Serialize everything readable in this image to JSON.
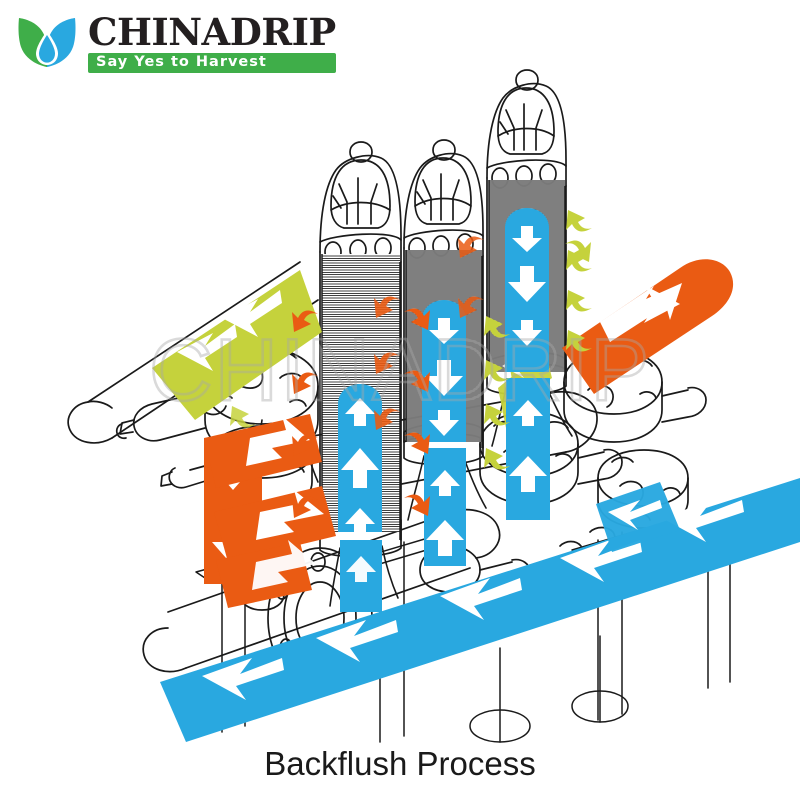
{
  "brand": {
    "name": "CHINADRIP",
    "tagline": "Say Yes to Harvest",
    "logo_icon": "two-leaves-water-drop-icon",
    "leaf_left_color": "#3fae49",
    "leaf_right_color": "#29a8e0",
    "drop_color": "#29a8e0",
    "tagline_bg": "#3fae49",
    "name_color": "#231f20"
  },
  "caption": {
    "title": "Backflush Process"
  },
  "watermark": {
    "text": "CHINADRIP",
    "color": "#bfbfbf"
  },
  "diagram": {
    "title": "Backflush Process",
    "subject": "disc-filter-battery-three-vessels",
    "line_color": "#1a1a1a",
    "filter_element_color": "#8c8c8c",
    "flows": [
      {
        "id": "inlet-manifold",
        "label": "inlet-flow",
        "color": "#c5d23c",
        "direction": "left",
        "arrow_count": 2,
        "role": "raw water entering upper manifold"
      },
      {
        "id": "vessel-feed",
        "label": "backflush-water-down",
        "color": "#29a8e0",
        "direction": "down",
        "arrow_count": 2,
        "role": "clean water pushed down through rear vessels"
      },
      {
        "id": "vessel-rise",
        "label": "backflush-water-up",
        "color": "#29a8e0",
        "direction": "up",
        "arrow_count": 2,
        "role": "water rising through backflushing vessel"
      },
      {
        "id": "dirty-outlet",
        "label": "drain-flow",
        "color": "#ea5b13",
        "direction": "up-right",
        "arrow_count": 1,
        "role": "dirty water discharged to drain"
      },
      {
        "id": "drain-manifold",
        "label": "drain-manifold-flow",
        "color": "#ea5b13",
        "direction": "down-and-right",
        "arrow_count": 6,
        "role": "flush water collected to drain manifold"
      },
      {
        "id": "outlet-manifold",
        "label": "clean-water-manifold",
        "color": "#29a8e0",
        "direction": "left-down",
        "arrow_count": 6,
        "role": "filtered water supply manifold"
      },
      {
        "id": "disc-release",
        "label": "released-dirt",
        "color": "#ea5b13",
        "direction": "outward-curved",
        "arrow_count": 10,
        "role": "dirt released from discs during backflush"
      },
      {
        "id": "disc-filtering",
        "label": "filtering-inflow",
        "color": "#c5d23c",
        "direction": "inward-curved",
        "arrow_count": 8,
        "role": "water entering discs on filtering vessels"
      }
    ],
    "vessels": [
      {
        "id": "vessel-front",
        "state": "backflushing",
        "inner_arrow": "up",
        "inner_color": "#29a8e0"
      },
      {
        "id": "vessel-middle",
        "state": "filtering",
        "inner_arrow": "down",
        "inner_color": "#29a8e0"
      },
      {
        "id": "vessel-rear",
        "state": "filtering",
        "inner_arrow": "down",
        "inner_color": "#29a8e0"
      }
    ]
  }
}
